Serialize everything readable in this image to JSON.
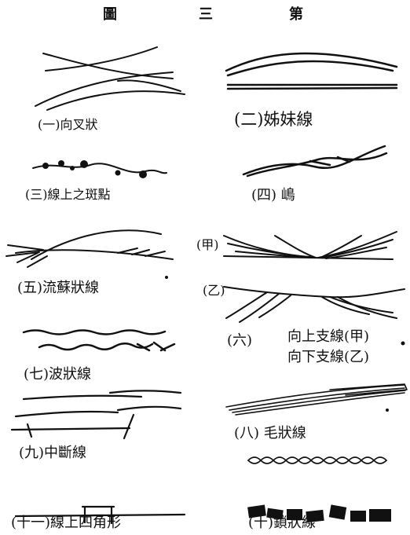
{
  "title": {
    "c1": "圖",
    "c2": "三",
    "c3": "第"
  },
  "labels": {
    "l1": "(一)向叉狀",
    "l2": "(二)姊妹線",
    "l3": "(三)線上之斑點",
    "l4": "(四) 嶋",
    "l5": "(五)流蘇狀線",
    "l6a": "(甲)",
    "l6b": "(乙)",
    "l6": "(六)",
    "l6_up": "向上支線(甲)",
    "l6_down": "向下支線(乙)",
    "l7": "(七)波狀線",
    "l8": "(八) 毛狀線",
    "l9": "(九)中斷線",
    "l10": "(十)鎖狀線",
    "l11": "(十一)線上四角形"
  }
}
